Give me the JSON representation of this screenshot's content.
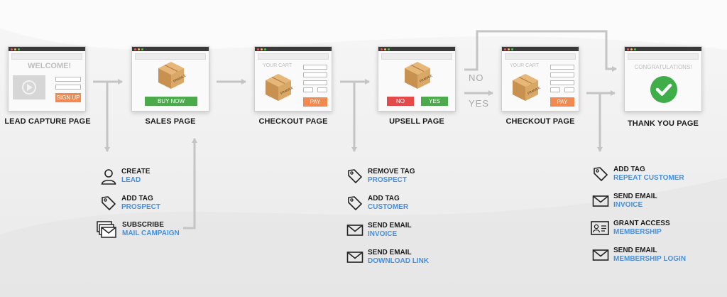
{
  "pages": [
    {
      "label": "LEAD CAPTURE PAGE",
      "heading": "WELCOME!",
      "button": "SIGN UP"
    },
    {
      "label": "SALES PAGE",
      "button": "BUY NOW"
    },
    {
      "label": "CHECKOUT PAGE",
      "heading": "YOUR CART",
      "button": "PAY"
    },
    {
      "label": "UPSELL PAGE",
      "no_button": "NO",
      "yes_button": "YES"
    },
    {
      "label": "CHECKOUT PAGE",
      "heading": "YOUR CART",
      "button": "PAY"
    },
    {
      "label": "THANK YOU PAGE",
      "heading": "CONGRATULATIONS!"
    }
  ],
  "box_label": "FRAGILE",
  "branch_labels": {
    "no": "NO",
    "yes": "YES"
  },
  "actions": {
    "lead": [
      {
        "icon": "person-icon",
        "title": "CREATE",
        "detail": "LEAD"
      },
      {
        "icon": "tag-icon",
        "title": "ADD TAG",
        "detail": "PROSPECT"
      },
      {
        "icon": "mail-stack-icon",
        "title": "SUBSCRIBE",
        "detail": "MAIL CAMPAIGN"
      }
    ],
    "upsell": [
      {
        "icon": "tag-icon",
        "title": "REMOVE TAG",
        "detail": "PROSPECT"
      },
      {
        "icon": "tag-icon",
        "title": "ADD TAG",
        "detail": "CUSTOMER"
      },
      {
        "icon": "envelope-icon",
        "title": "SEND EMAIL",
        "detail": "INVOICE"
      },
      {
        "icon": "envelope-icon",
        "title": "SEND EMAIL",
        "detail": "DOWNLOAD LINK"
      }
    ],
    "thankyou": [
      {
        "icon": "tag-icon",
        "title": "ADD TAG",
        "detail": "REPEAT CUSTOMER"
      },
      {
        "icon": "envelope-icon",
        "title": "SEND EMAIL",
        "detail": "INVOICE"
      },
      {
        "icon": "id-card-icon",
        "title": "GRANT ACCESS",
        "detail": "MEMBERSHIP"
      },
      {
        "icon": "envelope-icon",
        "title": "SEND EMAIL",
        "detail": "MEMBERSHIP LOGIN"
      }
    ]
  },
  "colors": {
    "accent_blue": "#4a90d9",
    "green": "#4caa4c",
    "orange": "#f08a50",
    "red": "#e44a4a",
    "arrow": "#c4c4c4"
  }
}
